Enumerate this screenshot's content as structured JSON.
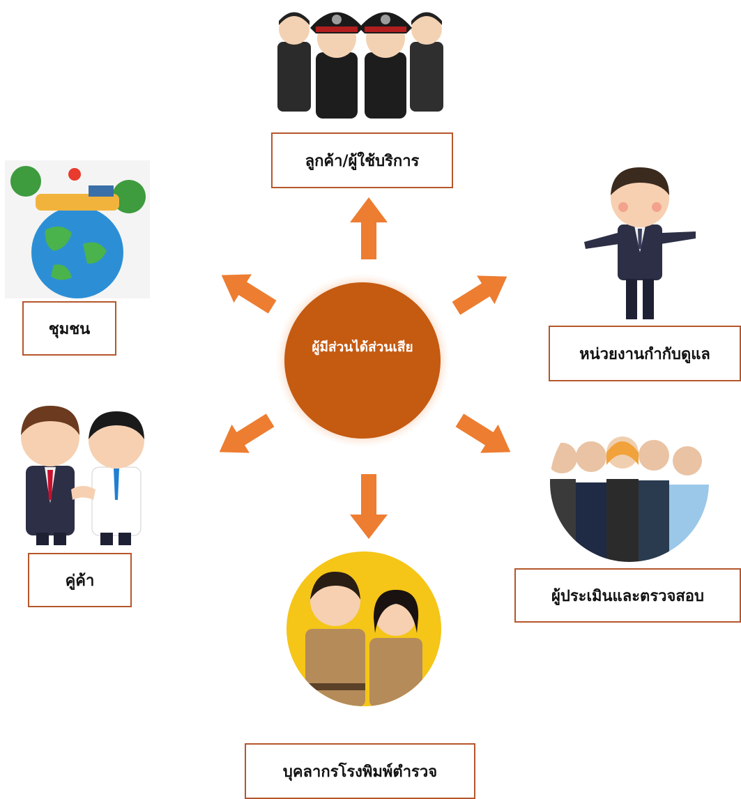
{
  "center": {
    "label": "ผู้มีส่วนได้ส่วนเสีย",
    "color": "#c55a11",
    "glow": "#f4b183"
  },
  "arrow_color": "#ed7d31",
  "box_border_color": "#b5562a",
  "stakeholders": [
    {
      "label": "ลูกค้า/ผู้ใช้บริการ",
      "illustration": "police-officers-icon"
    },
    {
      "label": "หน่วยงานกำกับดูแล",
      "illustration": "businessman-icon"
    },
    {
      "label": "ผู้ประเมินและตรวจสอบ",
      "illustration": "business-team-icon"
    },
    {
      "label": "บุคลากรโรงพิมพ์ตำรวจ",
      "illustration": "civil-servants-icon"
    },
    {
      "label": "คู่ค้า",
      "illustration": "handshake-partners-icon"
    },
    {
      "label": "ชุมชน",
      "illustration": "community-earth-icon"
    }
  ]
}
